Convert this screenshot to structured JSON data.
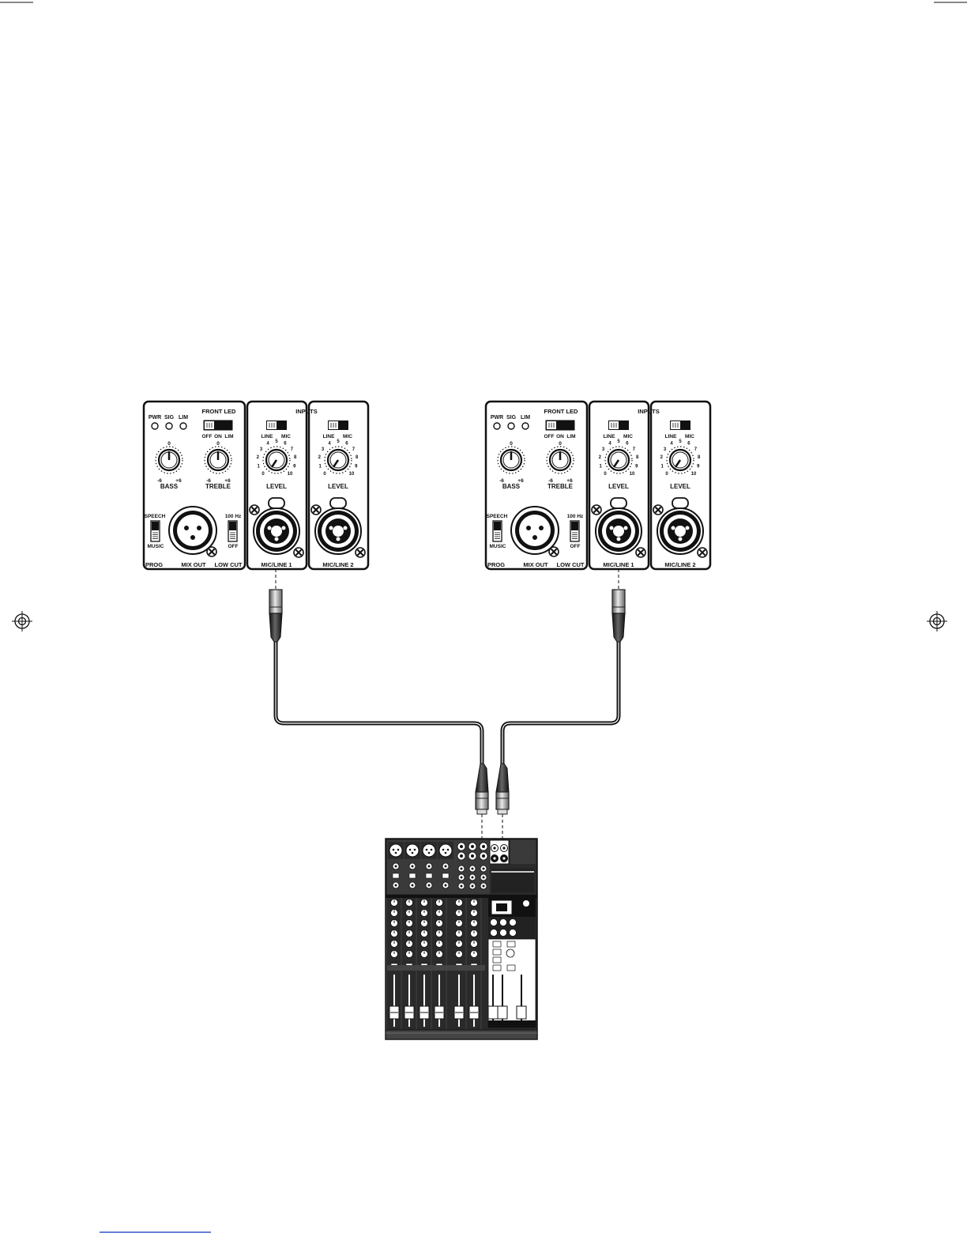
{
  "speaker_panel": {
    "indicators": [
      "PWR",
      "SIG",
      "LIM"
    ],
    "front_led_title": "FRONT LED",
    "front_led_options": [
      "OFF",
      "ON",
      "LIM"
    ],
    "inputs_title": "INPUTS",
    "bass_label": "BASS",
    "treble_label": "TREBLE",
    "eq_min": "-6",
    "eq_max": "+6",
    "eq_center": "0",
    "line_label": "LINE",
    "mic_label": "MIC",
    "level_label": "LEVEL",
    "level_scale": [
      "0",
      "1",
      "2",
      "3",
      "4",
      "5",
      "6",
      "7",
      "8",
      "9",
      "10"
    ],
    "prog_label": "PROG",
    "speech_label": "SPEECH",
    "music_label": "MUSIC",
    "mix_out_label": "MIX OUT",
    "low_cut_label": "LOW CUT",
    "low_cut_freq": "100 Hz",
    "low_cut_off": "OFF",
    "mic_line_1_label": "MIC/LINE 1",
    "mic_line_2_label": "MIC/LINE 2"
  },
  "colors": {
    "line": "#111111",
    "panel_bg": "#ffffff",
    "mixer_dark": "#2a2a2a"
  }
}
